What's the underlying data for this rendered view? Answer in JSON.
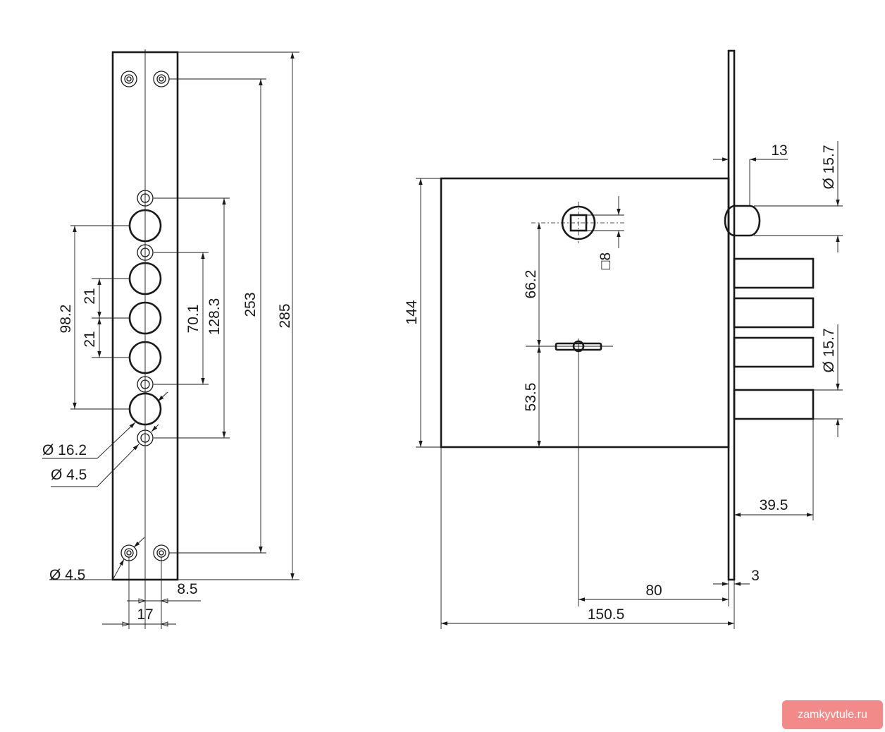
{
  "diagram": {
    "faceplate_view": {
      "dims": {
        "total_height": "285",
        "screw_spacing": "253",
        "bolt_span_outer": "128.3",
        "bolt_span_inner": "70.1",
        "hole_span": "98.2",
        "pitch_upper": "21",
        "pitch_lower": "21",
        "width": "17",
        "offset": "8.5"
      },
      "callouts": {
        "large_hole": "Ø 16.2",
        "small_hole": "Ø 4.5",
        "screw_hole": "Ø 4.5"
      }
    },
    "side_view": {
      "dims": {
        "body_height": "144",
        "spindle_to_key": "66.2",
        "key_to_bottom": "53.5",
        "spindle_square": "□8",
        "faceplate_thickness_top": "13",
        "latch_diameter": "Ø 15.7",
        "bolt_diameter": "Ø 15.7",
        "bolt_throw": "39.5",
        "faceplate_thickness": "3",
        "backset": "80",
        "body_depth": "150.5"
      }
    }
  },
  "watermark": "zamkyvtule.ru"
}
